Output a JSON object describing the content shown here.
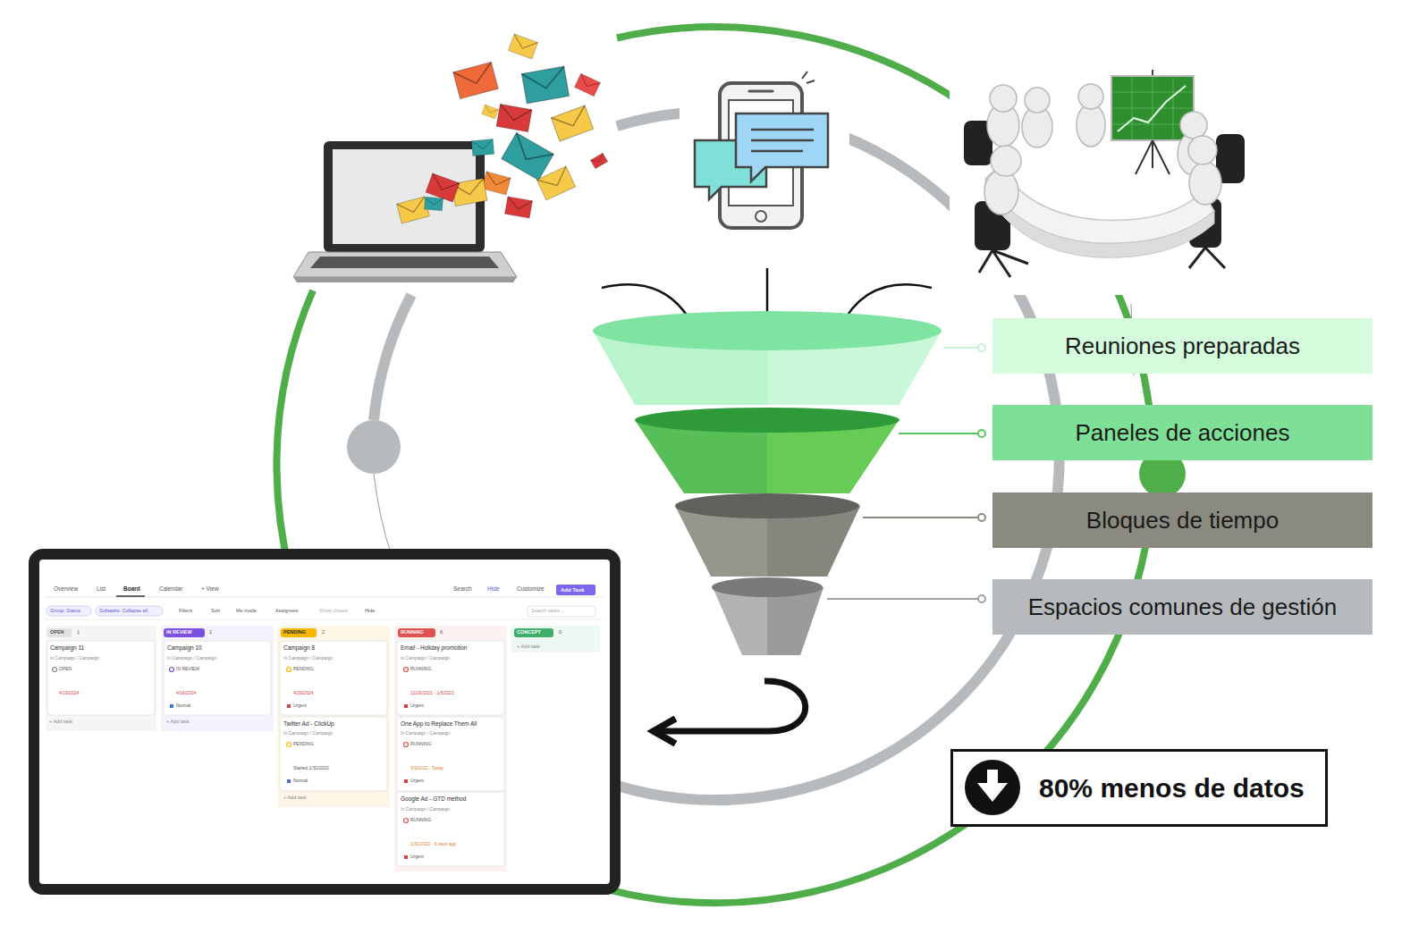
{
  "diagram": {
    "nodes": [
      {
        "text": [
          "Reuniones preparadas"
        ]
      },
      {
        "text": [
          "Paneles de acciones"
        ]
      },
      {
        "text": [
          "Bloques de tiempo"
        ]
      },
      {
        "text": [
          "Espacios comunes de gestión"
        ]
      },
      {
        "text": [
          "80% menos de datos"
        ]
      }
    ],
    "labels": [
      "Overview",
      "List",
      "Board",
      "Calendar",
      "+ View",
      "Search",
      "Hide",
      "Customize",
      "Add Task",
      "Group: Status",
      "Subtasks: Collapse all",
      "Filters",
      "Sort",
      "Me mode",
      "Assignees",
      "Show closed",
      "Hide",
      "Search tasks...",
      "OPEN",
      "1",
      "IN REVIEW",
      "1",
      "PENDING",
      "2",
      "RUNNING",
      "6",
      "CONCEPT",
      "0",
      "Campaign 11",
      "In Campaign / Campaign",
      "OPEN",
      "4/19/2024",
      "+ Add task",
      "Campaign 10",
      "In Campaign / Campaign",
      "IN REVIEW",
      "4/16/2024",
      "Normal",
      "+ Add task",
      "Campaign 8",
      "In Campaign / Campaign",
      "PENDING",
      "4/29/2024",
      "Urgent",
      "Twitter Ad - ClickUp",
      "In Campaign / Campaign",
      "PENDING",
      "Started 1/30/2022",
      "Normal",
      "+ Add task",
      "Email - Holiday promotion",
      "In Campaign / Campaign",
      "RUNNING",
      "12/26/2021 - 1/5/2022",
      "Urgent",
      "One App to Replace Them All",
      "In Campaign / Campaign",
      "RUNNING",
      "3/9/2022 - Today",
      "Urgent",
      "Google Ad - GTD method",
      "In Campaign / Campaign",
      "RUNNING",
      "1/31/2022 - 6 days ago",
      "Urgent",
      "+ Add task"
    ]
  }
}
